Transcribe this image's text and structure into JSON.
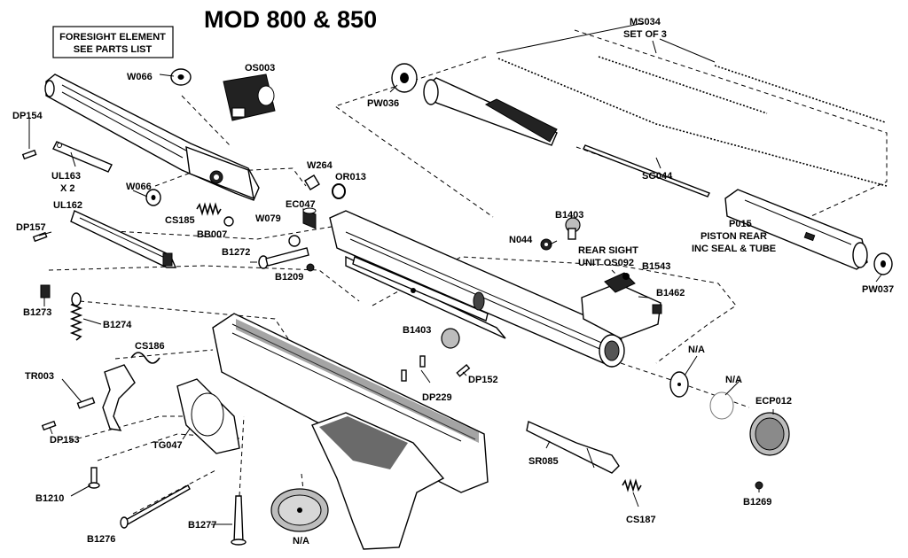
{
  "diagram": {
    "title": "MOD 800 & 850",
    "note_box": {
      "line1": "FORESIGHT ELEMENT",
      "line2": "SEE PARTS LIST"
    },
    "labels": {
      "W066_top": "W066",
      "OS003": "OS003",
      "DP154": "DP154",
      "UL163": "UL163",
      "X2": "X 2",
      "W066_mid": "W066",
      "UL162": "UL162",
      "CS185": "CS185",
      "BB007": "BB007",
      "W264": "W264",
      "OR013": "OR013",
      "EC047": "EC047",
      "W079": "W079",
      "DP157": "DP157",
      "B1272": "B1272",
      "B1209": "B1209",
      "B1273": "B1273",
      "B1274": "B1274",
      "CS186": "CS186",
      "TR003": "TR003",
      "DP153": "DP153",
      "TG047": "TG047",
      "B1210": "B1210",
      "B1276": "B1276",
      "B1277": "B1277",
      "NA_bottom": "N/A",
      "PW036": "PW036",
      "MS034": "MS034",
      "SET_OF_3": "SET OF 3",
      "SG044": "SG044",
      "P015": "P015",
      "PISTON_REAR": "PISTON REAR",
      "INC_SEAL": "INC SEAL & TUBE",
      "PW037": "PW037",
      "B1403_top": "B1403",
      "N044": "N044",
      "REAR_SIGHT": "REAR SIGHT",
      "UNIT_OS092": "UNIT OS092",
      "B1543": "B1543",
      "B1462": "B1462",
      "B1403_mid": "B1403",
      "DP229": "DP229",
      "DP152": "DP152",
      "NA_1": "N/A",
      "NA_2": "N/A",
      "ECP012": "ECP012",
      "SR085": "SR085",
      "CS187": "CS187",
      "B1269": "B1269"
    }
  }
}
